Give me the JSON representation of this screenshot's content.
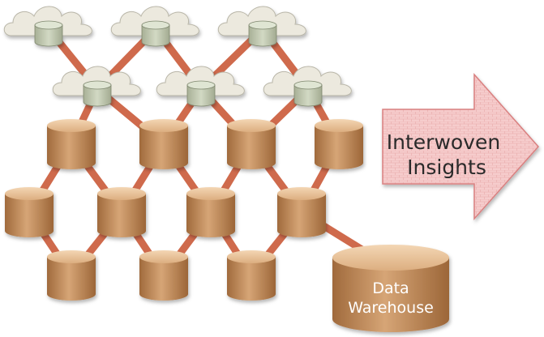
{
  "arrow": {
    "label_line1": "Interwoven",
    "label_line2": "Insights"
  },
  "warehouse": {
    "label_line1": "Data",
    "label_line2": "Warehouse"
  },
  "colors": {
    "link": "#cf6a4c",
    "cylinder_body": "#c9925f",
    "cylinder_top": "#e8c49e",
    "cloud": "#ece9de",
    "cloud_db": "#c5cdb8",
    "arrow_fill": "#f4c6c6",
    "arrow_stroke": "#d98080"
  }
}
